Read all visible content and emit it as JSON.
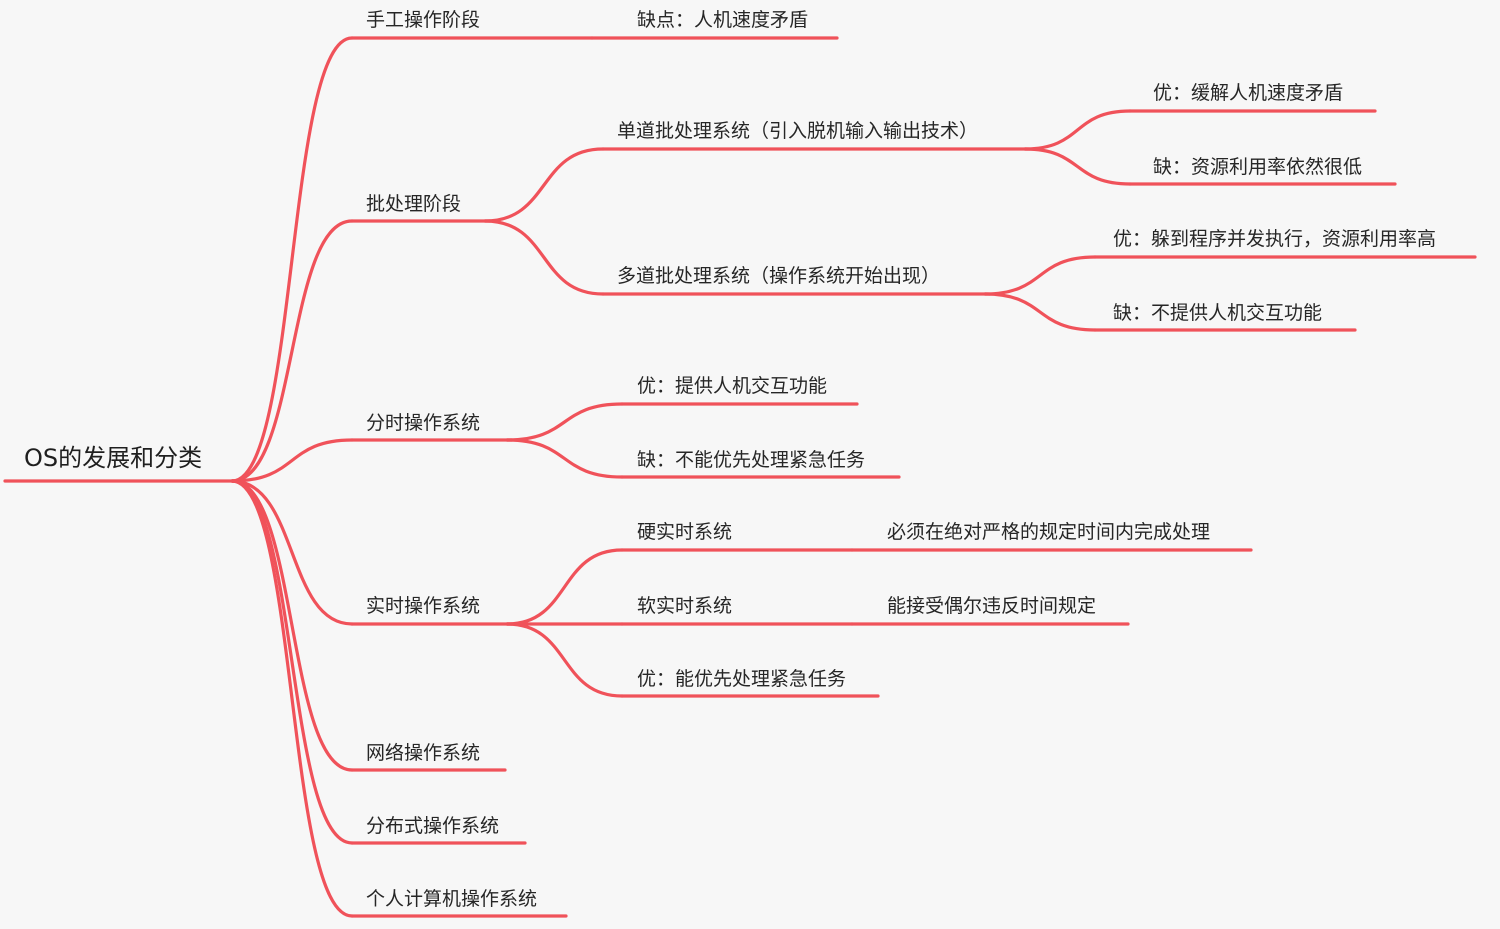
{
  "colors": {
    "background": "#f7f7f7",
    "branch": "#f0525a",
    "text": "#262626"
  },
  "mindmap": {
    "root": "OS的发展和分类",
    "branches": [
      {
        "label": "手工操作阶段",
        "children": [
          {
            "label": "缺点：人机速度矛盾"
          }
        ]
      },
      {
        "label": "批处理阶段",
        "children": [
          {
            "label": "单道批处理系统（引入脱机输入输出技术）",
            "children": [
              {
                "label": "优：缓解人机速度矛盾"
              },
              {
                "label": "缺：资源利用率依然很低"
              }
            ]
          },
          {
            "label": "多道批处理系统（操作系统开始出现）",
            "children": [
              {
                "label": "优：躲到程序并发执行，资源利用率高"
              },
              {
                "label": "缺：不提供人机交互功能"
              }
            ]
          }
        ]
      },
      {
        "label": "分时操作系统",
        "children": [
          {
            "label": "优：提供人机交互功能"
          },
          {
            "label": "缺：不能优先处理紧急任务"
          }
        ]
      },
      {
        "label": "实时操作系统",
        "children": [
          {
            "label": "硬实时系统",
            "children": [
              {
                "label": "必须在绝对严格的规定时间内完成处理"
              }
            ]
          },
          {
            "label": "软实时系统",
            "children": [
              {
                "label": "能接受偶尔违反时间规定"
              }
            ]
          },
          {
            "label": "优：能优先处理紧急任务"
          }
        ]
      },
      {
        "label": "网络操作系统"
      },
      {
        "label": "分布式操作系统"
      },
      {
        "label": "个人计算机操作系统"
      }
    ]
  }
}
